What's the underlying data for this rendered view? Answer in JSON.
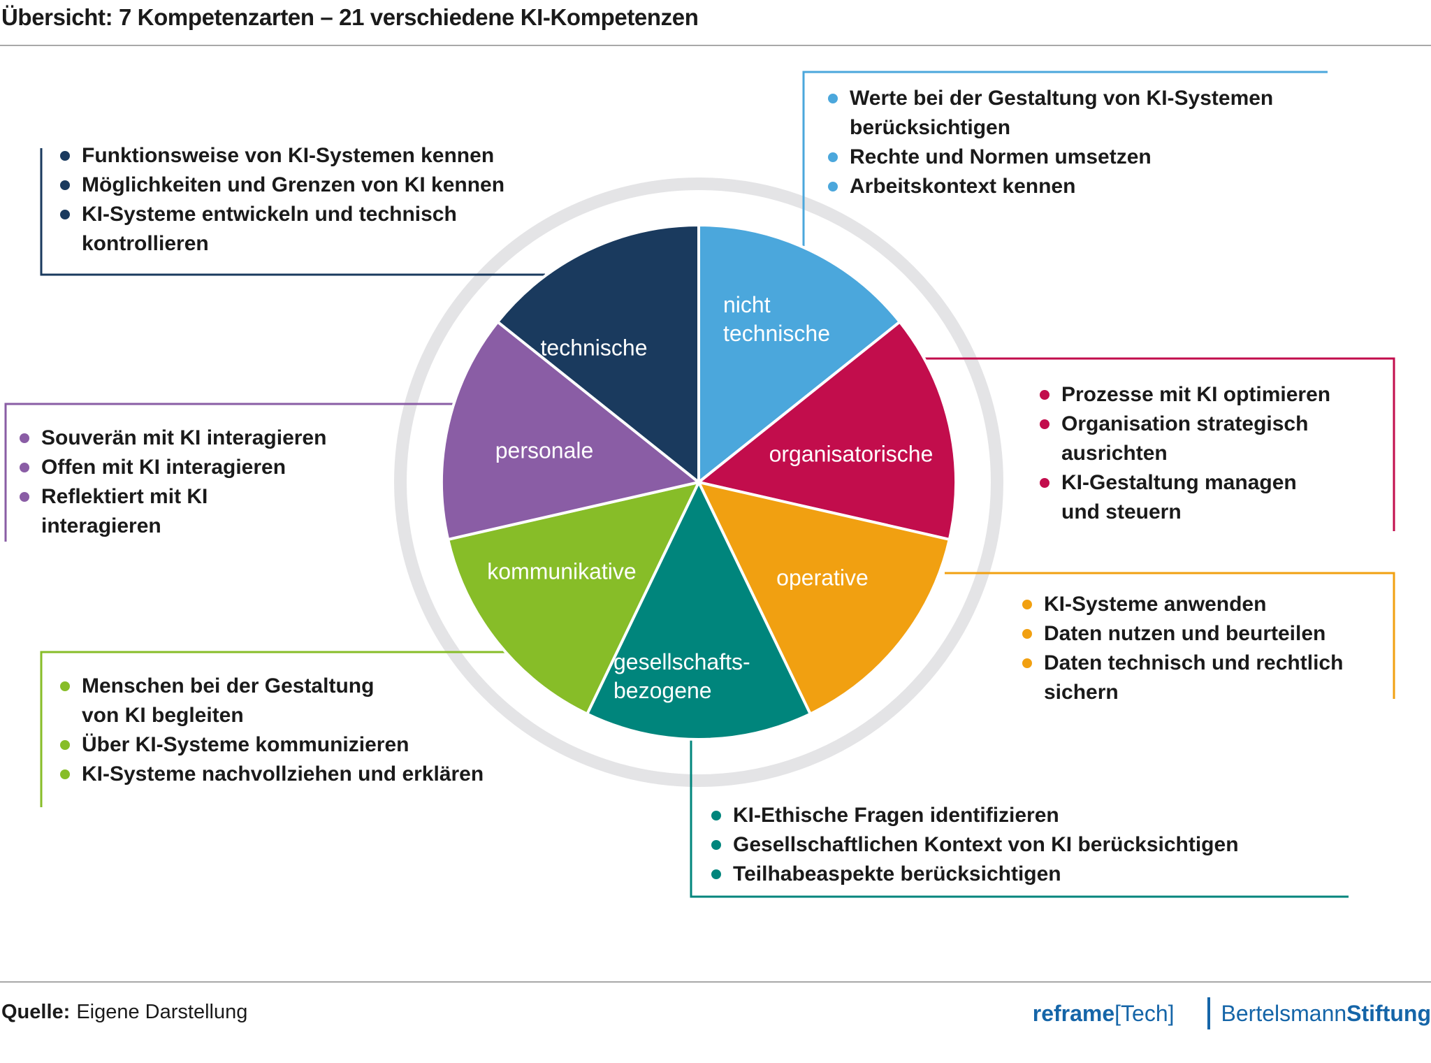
{
  "title": "Übersicht: 7 Kompetenzarten – 21 verschiedene KI-Kompetenzen",
  "source": {
    "label": "Quelle:",
    "text": "Eigene Darstellung"
  },
  "brand": {
    "reframe_bold": "reframe",
    "reframe_suffix": "[Tech]",
    "bertelsmann_regular": "Bertelsmann",
    "bertelsmann_bold": "Stiftung"
  },
  "colors": {
    "brand_blue": "#1565a8",
    "ring": "#e4e4e6",
    "nicht_technische": "#4ba7dc",
    "organisatorische": "#c20d4c",
    "operative": "#f1a011",
    "gesellschaftsbezogene": "#00857c",
    "kommunikative": "#87bd28",
    "personale": "#8a5da5",
    "technische": "#1a3a5e"
  },
  "chart_data": {
    "type": "pie",
    "title": "Übersicht: 7 Kompetenzarten – 21 verschiedene KI-Kompetenzen",
    "categories": [
      "nicht technische",
      "organisatorische",
      "operative",
      "gesellschaftsbezogene",
      "kommunikative",
      "personale",
      "technische"
    ],
    "values": [
      1,
      1,
      1,
      1,
      1,
      1,
      1
    ],
    "legend_position": "labels-inside-slices",
    "segments": [
      {
        "id": "nicht-technische",
        "label": "nicht technische",
        "label_display": "nicht\ntechnische",
        "value": 1,
        "color": "#4ba7dc",
        "bullets": [
          "Werte bei der Gestaltung von KI-Systemen\nberücksichtigen",
          "Rechte und Normen umsetzen",
          "Arbeitskontext kennen"
        ]
      },
      {
        "id": "organisatorische",
        "label": "organisatorische",
        "label_display": "organisatorische",
        "value": 1,
        "color": "#c20d4c",
        "bullets": [
          "Prozesse mit KI optimieren",
          "Organisation strategisch\nausrichten",
          "KI-Gestaltung managen\nund steuern"
        ]
      },
      {
        "id": "operative",
        "label": "operative",
        "label_display": "operative",
        "value": 1,
        "color": "#f1a011",
        "bullets": [
          "KI-Systeme anwenden",
          "Daten nutzen und beurteilen",
          "Daten technisch und rechtlich\nsichern"
        ]
      },
      {
        "id": "gesellschaftsbezogene",
        "label": "gesellschaftsbezogene",
        "label_display": "gesellschafts-\nbezogene",
        "value": 1,
        "color": "#00857c",
        "bullets": [
          "KI-Ethische Fragen identifizieren",
          "Gesellschaftlichen Kontext von KI berücksichtigen",
          "Teilhabeaspekte berücksichtigen"
        ]
      },
      {
        "id": "kommunikative",
        "label": "kommunikative",
        "label_display": "kommunikative",
        "value": 1,
        "color": "#87bd28",
        "bullets": [
          "Menschen bei der Gestaltung\nvon KI begleiten",
          "Über KI-Systeme kommunizieren",
          "KI-Systeme nachvollziehen und erklären"
        ]
      },
      {
        "id": "personale",
        "label": "personale",
        "label_display": "personale",
        "value": 1,
        "color": "#8a5da5",
        "bullets": [
          "Souverän mit KI interagieren",
          "Offen mit KI interagieren",
          "Reflektiert mit KI\ninteragieren"
        ]
      },
      {
        "id": "technische",
        "label": "technische",
        "label_display": "technische",
        "value": 1,
        "color": "#1a3a5e",
        "bullets": [
          "Funktionsweise von KI-Systemen kennen",
          "Möglichkeiten und Grenzen von KI kennen",
          "KI-Systeme entwickeln und technisch\nkontrollieren"
        ]
      }
    ]
  }
}
